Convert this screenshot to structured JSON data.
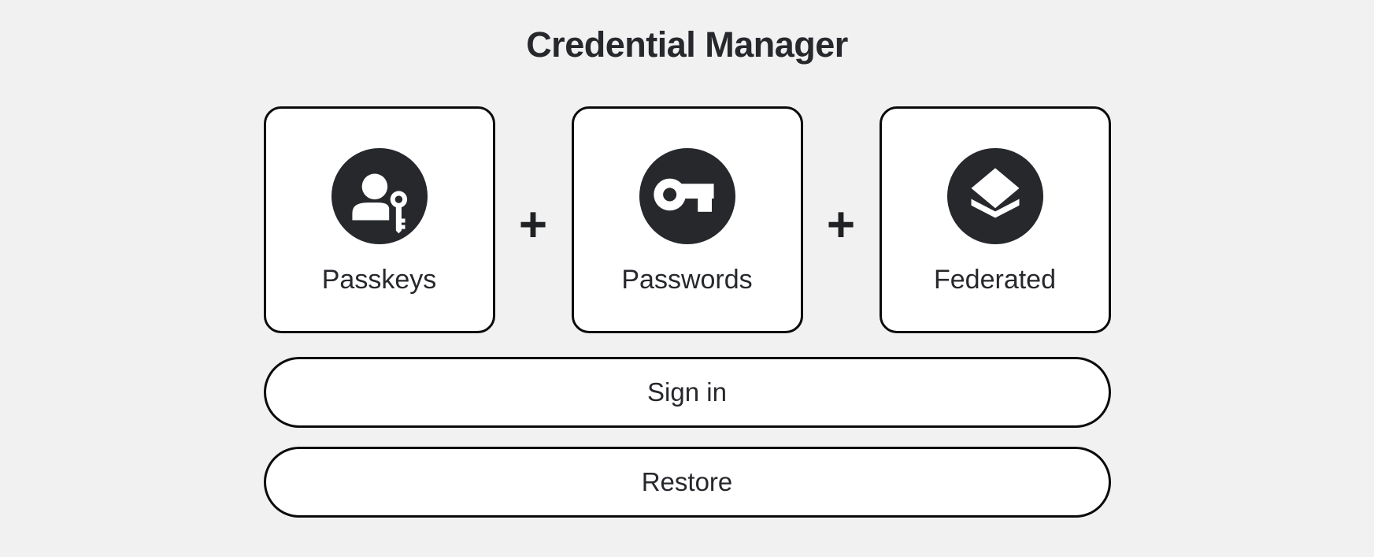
{
  "header": {
    "title": "Credential Manager"
  },
  "credential_types": {
    "separator": "+",
    "cards": [
      {
        "label": "Passkeys",
        "icon": "person-with-key-icon"
      },
      {
        "label": "Passwords",
        "icon": "key-icon"
      },
      {
        "label": "Federated",
        "icon": "stacked-layers-icon"
      }
    ]
  },
  "actions": {
    "sign_in_label": "Sign in",
    "restore_label": "Restore"
  },
  "colors": {
    "page_background": "#f1f1f2",
    "card_surface": "#ffffff",
    "outline": "#0b0b0d",
    "icon_disc": "#26282b",
    "icon_glyph": "#ffffff",
    "text": "#26282c"
  }
}
